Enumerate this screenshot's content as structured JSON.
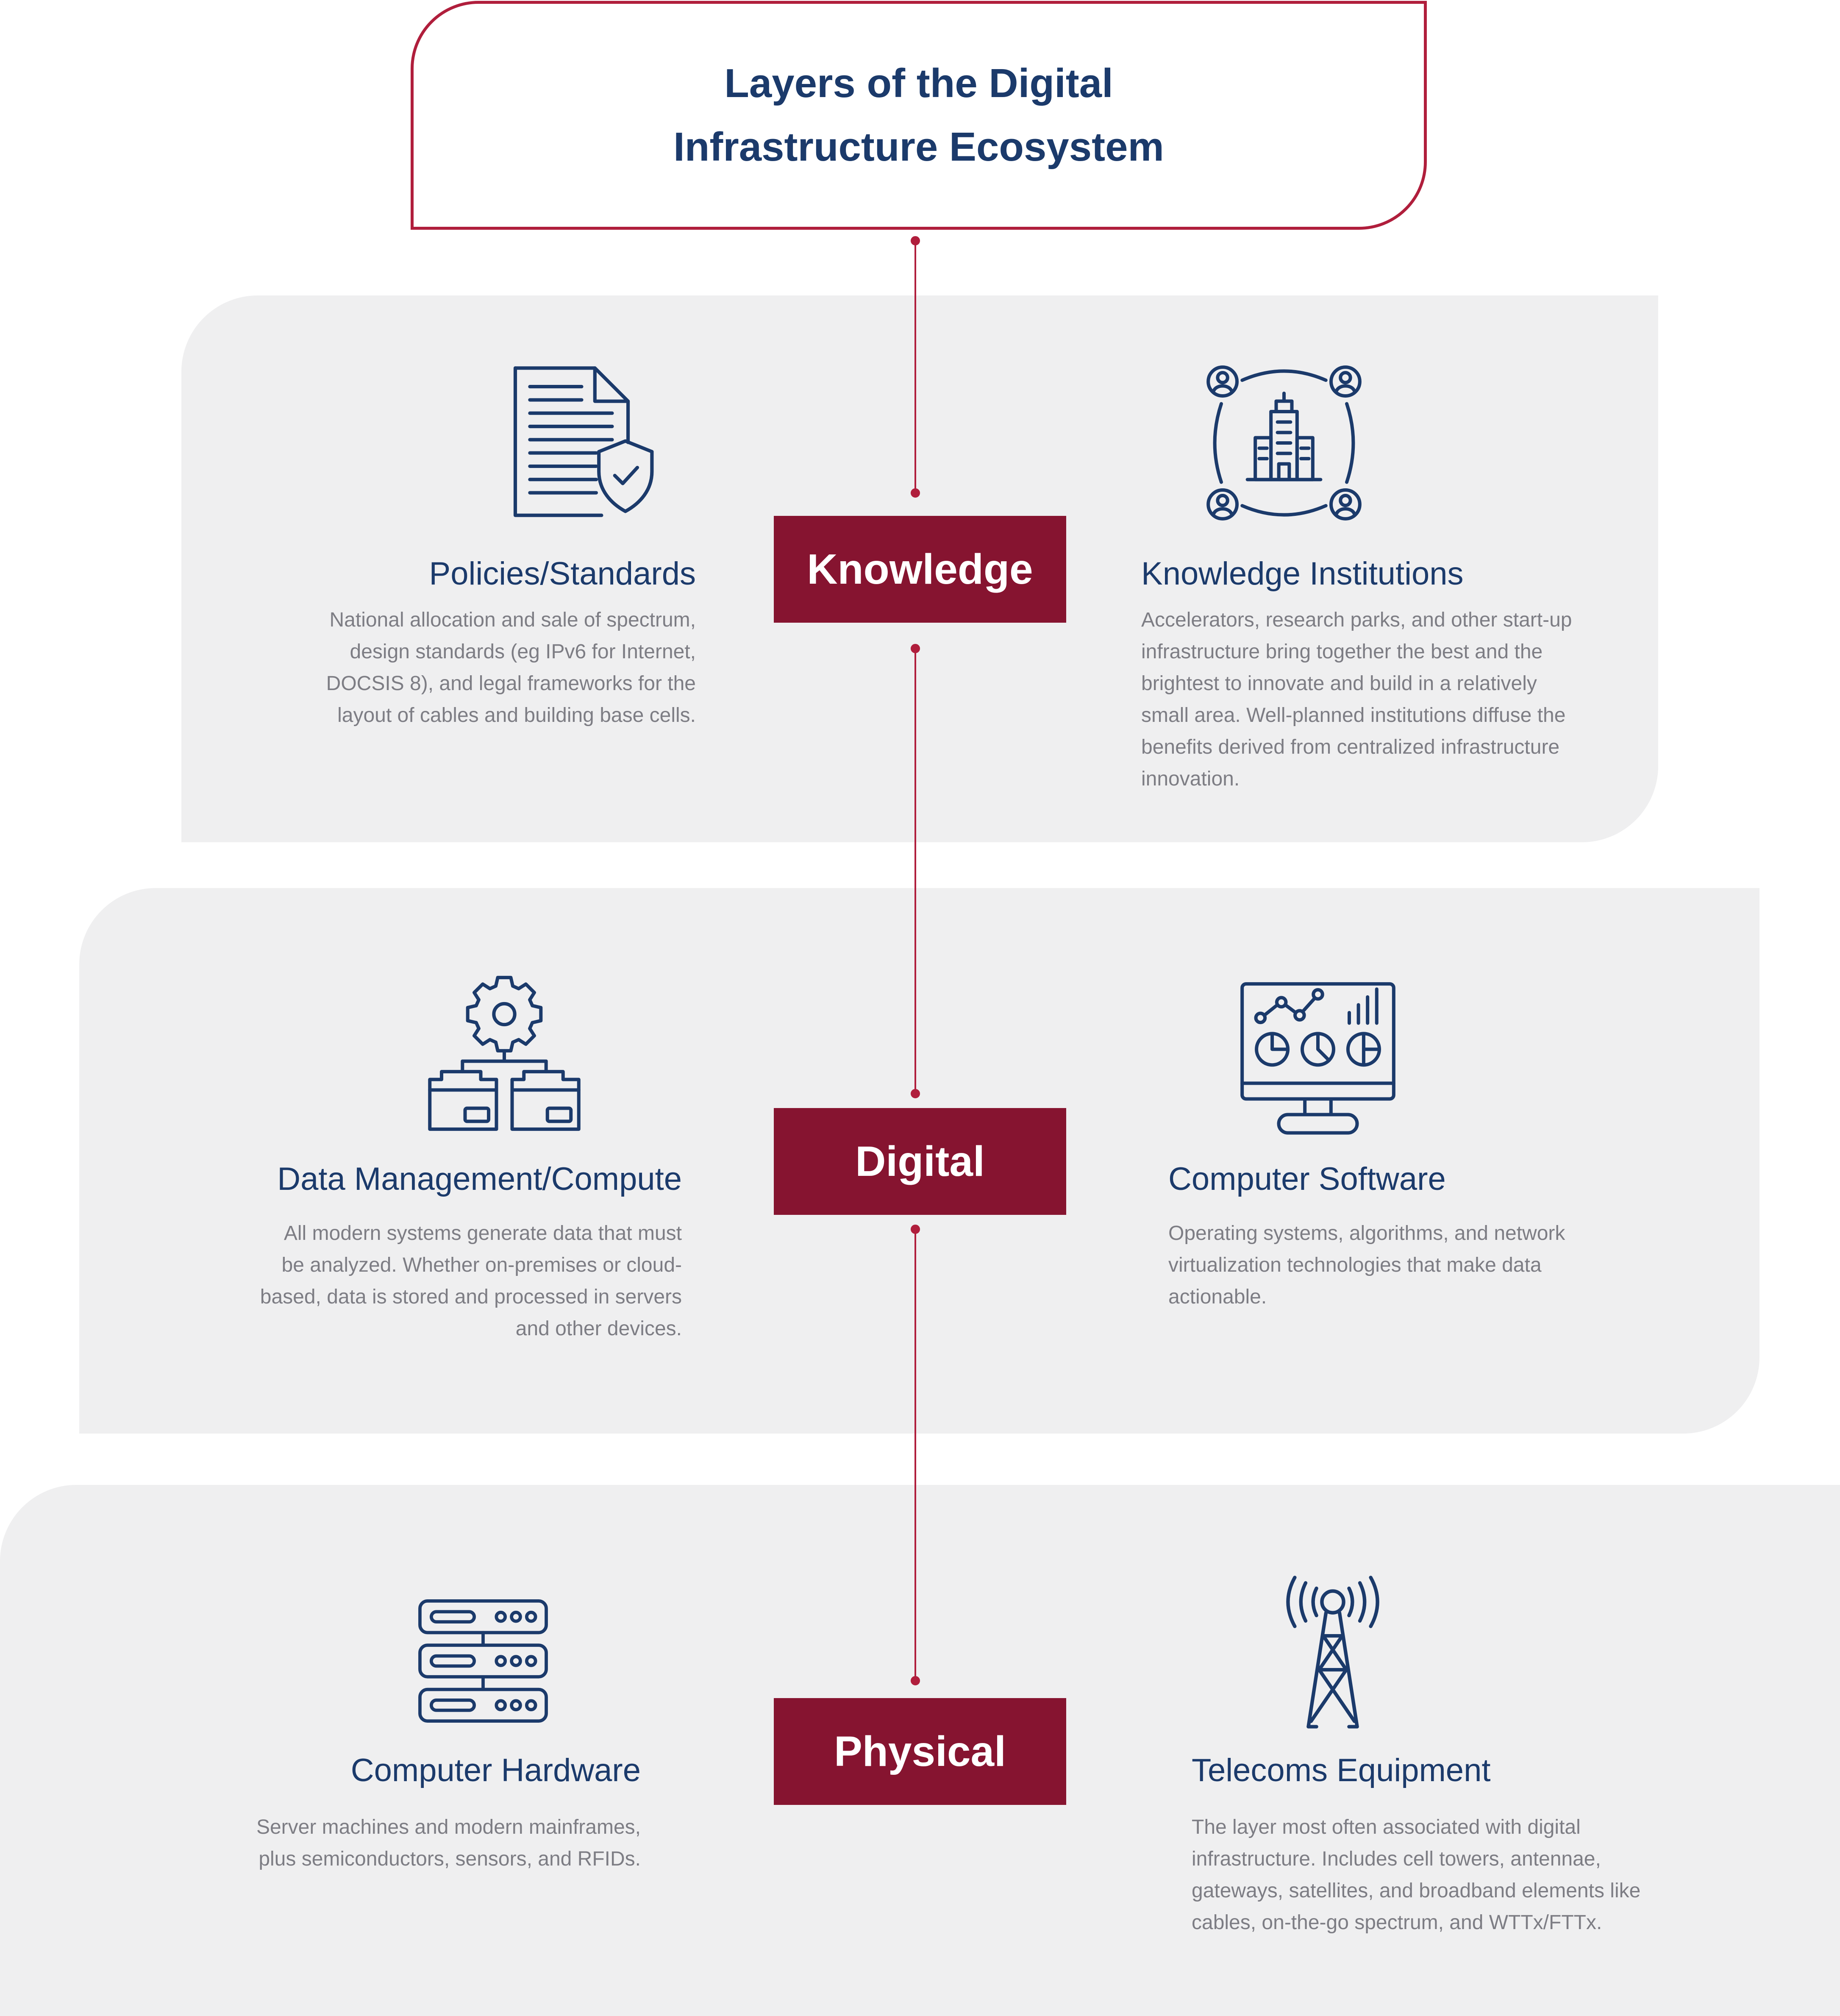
{
  "title": "Layers of the Digital Infrastructure Ecosystem",
  "layers": [
    {
      "label": "Knowledge",
      "left": {
        "icon": "policy-document-shield-icon",
        "title": "Policies/Standards",
        "description": "National allocation and sale of spectrum, design standards (eg IPv6 for Internet, DOCSIS 8), and legal frameworks for the layout of cables and building base cells."
      },
      "right": {
        "icon": "institution-network-icon",
        "title": "Knowledge Institutions",
        "description": "Accelerators, research parks, and other start-up infrastructure bring together the best and the brightest to innovate and build in a relatively small area. Well-planned institutions diffuse the benefits derived from centralized infrastructure innovation."
      }
    },
    {
      "label": "Digital",
      "left": {
        "icon": "data-management-gear-folders-icon",
        "title": "Data Management/Compute",
        "description": "All modern systems generate data that must be analyzed. Whether on-premises or cloud-based, data is stored and processed in servers and other devices."
      },
      "right": {
        "icon": "computer-monitor-analytics-icon",
        "title": "Computer Software",
        "description": "Operating systems, algorithms, and network virtualization technologies that make data actionable."
      }
    },
    {
      "label": "Physical",
      "left": {
        "icon": "server-rack-icon",
        "title": "Computer Hardware",
        "description": "Server machines and modern mainframes, plus semiconductors, sensors, and RFIDs."
      },
      "right": {
        "icon": "cell-tower-icon",
        "title": "Telecoms Equipment",
        "description": "The layer most often associated with digital infrastructure. Includes cell towers, antennae, gateways, satellites, and broadband elements like cables, on-the-go spectrum, and WTTx/FTTx."
      }
    }
  ],
  "colors": {
    "accent": "#861430",
    "outline": "#b01e3c",
    "heading": "#1b3a6b",
    "icon": "#1b3a6b",
    "body_text": "#7d7d84",
    "panel": "#efeff0"
  }
}
